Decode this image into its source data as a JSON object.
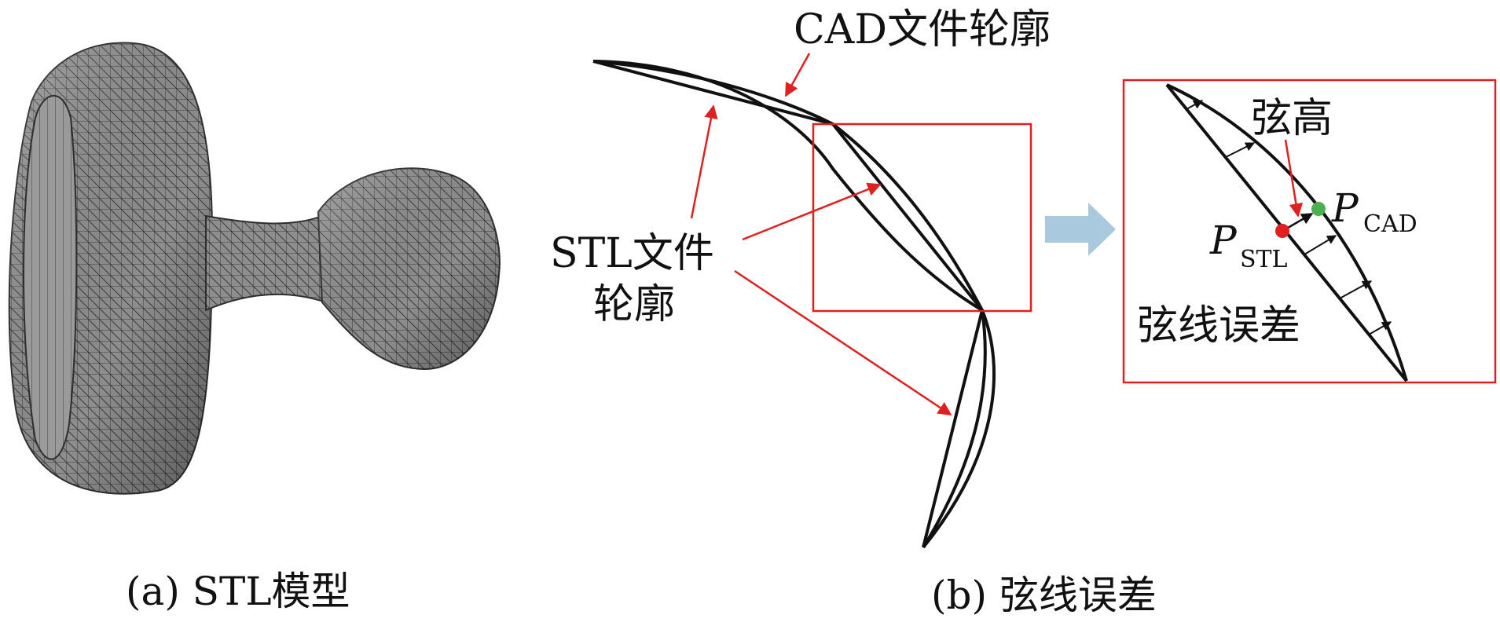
{
  "panel_a": {
    "caption": "(a) STL模型"
  },
  "panel_b": {
    "caption": "(b) 弦线误差",
    "cad_label": "CAD文件轮廓",
    "stl_label_line1": "STL文件",
    "stl_label_line2": "轮廓",
    "zoom": {
      "chord_height_label": "弦高",
      "chord_error_label": "弦线误差",
      "p_cad": {
        "letter": "P",
        "sub": "CAD",
        "color": "#4caf50"
      },
      "p_stl": {
        "letter": "P",
        "sub": "STL",
        "color": "#e02020"
      }
    }
  },
  "colors": {
    "annotation_red": "#e02020",
    "outline_black": "#111111",
    "flow_arrow": "#a9c9df",
    "mesh_fill": "#8d8d8d",
    "mesh_lines": "#3a3a3a"
  }
}
